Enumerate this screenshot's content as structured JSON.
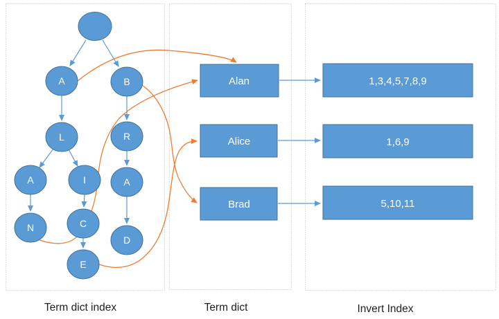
{
  "captions": {
    "left": "Term dict index",
    "middle": "Term dict",
    "right": "Invert Index"
  },
  "tree": {
    "nodes": [
      {
        "id": "root",
        "label": ""
      },
      {
        "id": "a1",
        "label": "A"
      },
      {
        "id": "b",
        "label": "B"
      },
      {
        "id": "l",
        "label": "L"
      },
      {
        "id": "r",
        "label": "R"
      },
      {
        "id": "a2",
        "label": "A"
      },
      {
        "id": "i",
        "label": "I"
      },
      {
        "id": "a3",
        "label": "A"
      },
      {
        "id": "n",
        "label": "N"
      },
      {
        "id": "c",
        "label": "C"
      },
      {
        "id": "d",
        "label": "D"
      },
      {
        "id": "e",
        "label": "E"
      }
    ],
    "edges": [
      "root-a1",
      "root-b",
      "a1-l",
      "b-r",
      "l-a2",
      "l-i",
      "a2-n",
      "i-c",
      "c-e",
      "r-a3",
      "a3-d"
    ]
  },
  "term_dict": {
    "items": [
      "Alan",
      "Alice",
      "Brad"
    ]
  },
  "invert_index": {
    "items": [
      "1,3,4,5,7,8,9",
      "1,6,9",
      "5,10,11"
    ]
  },
  "pointers": {
    "orange": [
      {
        "from": "A",
        "to": "Alan"
      },
      {
        "from": "N",
        "to": "Alan"
      },
      {
        "from": "E",
        "to": "Alice"
      },
      {
        "from": "B",
        "to": "Brad"
      }
    ],
    "blue": [
      {
        "from": "Alan",
        "to": "1,3,4,5,7,8,9"
      },
      {
        "from": "Alice",
        "to": "1,6,9"
      },
      {
        "from": "Brad",
        "to": "5,10,11"
      }
    ]
  },
  "colors": {
    "shape_fill": "#5b9bd5",
    "shape_stroke": "#41719c",
    "connector_blue": "#5b9bd5",
    "connector_orange": "#ed7d31",
    "panel_border": "#b9c0ae",
    "caption_text": "#1f1f1f",
    "shape_text": "#ffffff"
  }
}
